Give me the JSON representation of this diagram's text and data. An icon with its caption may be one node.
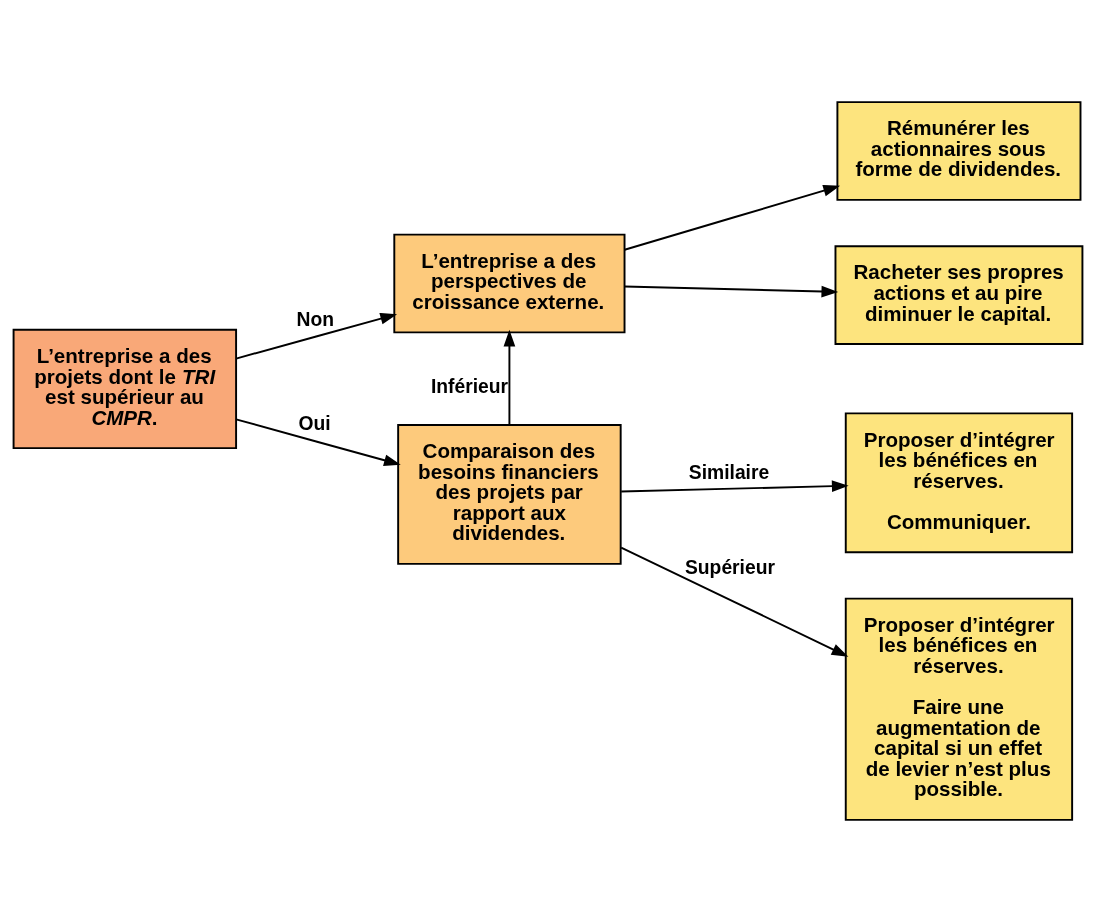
{
  "diagram": {
    "nodes": [
      {
        "text": [
          "L’entreprise a des projets dont le *TRI* est supérieur au *CMPR*."
        ]
      },
      {
        "text": [
          "L’entreprise a des perspectives de croissance externe."
        ]
      },
      {
        "text": [
          "Comparaison des besoins financiers des projets par rapport aux dividendes."
        ]
      },
      {
        "text": [
          "Rémunérer les actionnaires sous forme de dividendes."
        ]
      },
      {
        "text": [
          "Racheter ses propres actions et au pire diminuer le capital."
        ]
      },
      {
        "text": [
          "Proposer d’intégrer les bénéfices en réserves.",
          "Communiquer."
        ]
      },
      {
        "text": [
          "Proposer d’intégrer les bénéfices en réserves.",
          "Faire une augmentation de capital si un effet de levier n’est plus possible."
        ]
      }
    ],
    "edges": [
      {
        "from": 0,
        "to": 1,
        "arrow": "to",
        "label": "Non"
      },
      {
        "from": 0,
        "to": 2,
        "arrow": "to",
        "label": "Oui"
      },
      {
        "from": 2,
        "to": 1,
        "arrow": "to",
        "label": "Inférieur"
      },
      {
        "from": 1,
        "to": 3,
        "arrow": "to"
      },
      {
        "from": 1,
        "to": 4,
        "arrow": "to"
      },
      {
        "from": 2,
        "to": 5,
        "arrow": "to",
        "label": "Similaire"
      },
      {
        "from": 2,
        "to": 6,
        "arrow": "to",
        "label": "Supérieur"
      }
    ]
  }
}
